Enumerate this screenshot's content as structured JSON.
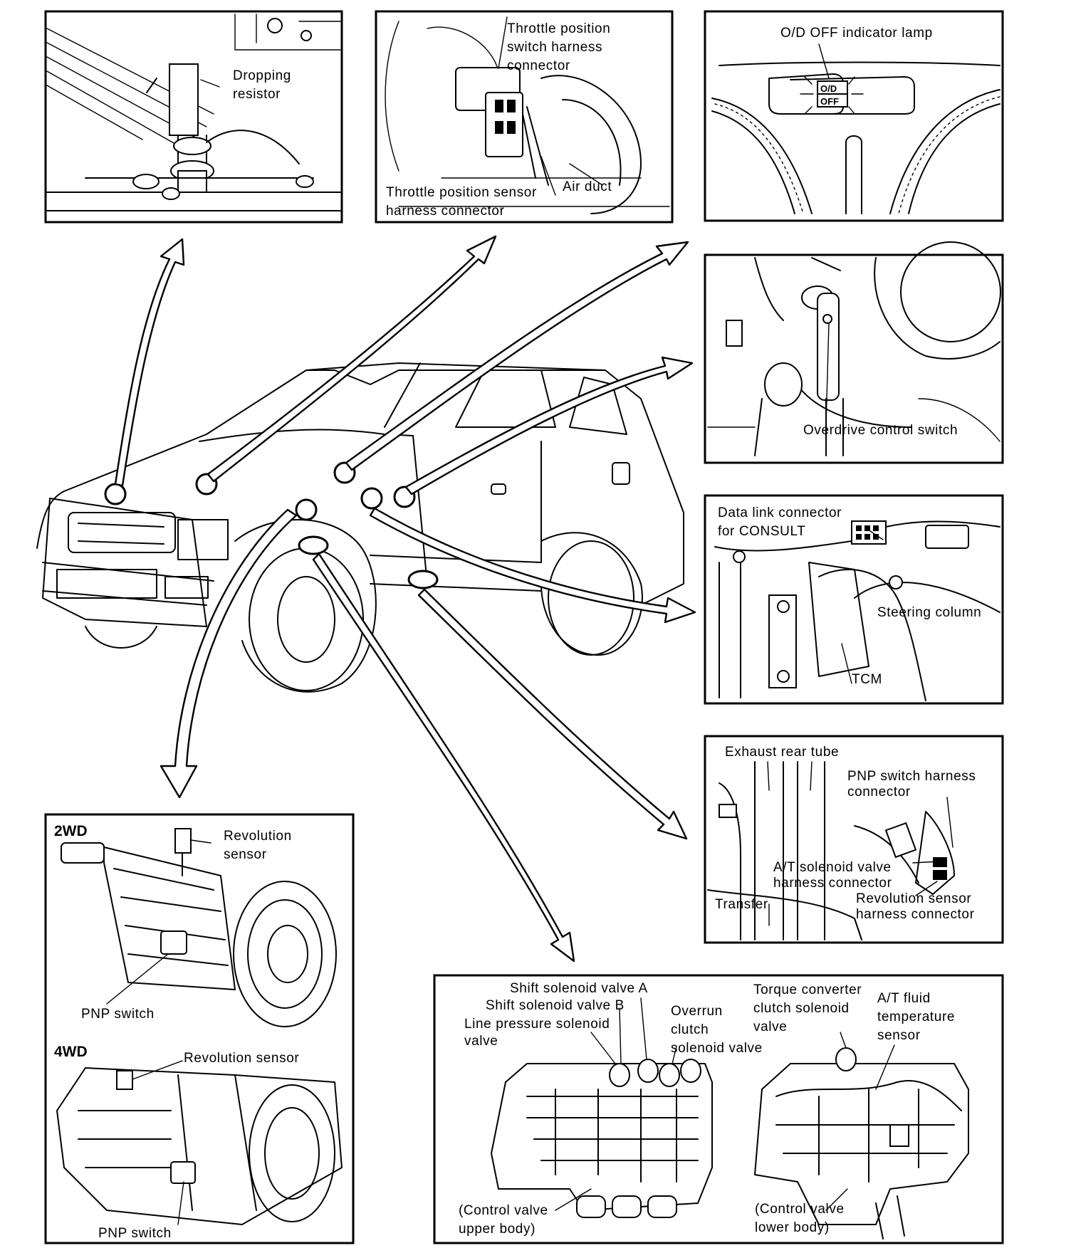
{
  "panels": {
    "dropping_resistor": {
      "label_line1": "Dropping",
      "label_line2": "resistor"
    },
    "throttle": {
      "tps_switch_line1": "Throttle position",
      "tps_switch_line2": "switch harness",
      "tps_switch_line3": "connector",
      "tps_sensor_line1": "Throttle position sensor",
      "tps_sensor_line2": "harness connector",
      "air_duct": "Air duct"
    },
    "od_lamp": {
      "title": "O/D OFF indicator lamp",
      "lamp_top": "O/D",
      "lamp_bottom": "OFF"
    },
    "od_switch": {
      "label": "Overdrive control switch"
    },
    "tcm": {
      "dlc_line1": "Data link connector",
      "dlc_line2": "for CONSULT",
      "steering": "Steering column",
      "tcm": "TCM"
    },
    "underbody": {
      "exhaust": "Exhaust rear tube",
      "pnp_line1": "PNP switch harness",
      "pnp_line2": "connector",
      "sol_line1": "A/T solenoid valve",
      "sol_line2": "harness connector",
      "transfer": "Transfer",
      "rev_line1": "Revolution sensor",
      "rev_line2": "harness connector"
    },
    "transmission": {
      "twowd": "2WD",
      "rev_2wd_line1": "Revolution",
      "rev_2wd_line2": "sensor",
      "pnp_2wd": "PNP switch",
      "fourwd": "4WD",
      "rev_4wd": "Revolution sensor",
      "pnp_4wd": "PNP switch"
    },
    "control_valve": {
      "shift_a": "Shift solenoid valve A",
      "shift_b": "Shift solenoid valve B",
      "line_line1": "Line pressure solenoid",
      "line_line2": "valve",
      "overrun_line1": "Overrun",
      "overrun_line2": "clutch",
      "overrun_line3": "solenoid valve",
      "torque_line1": "Torque converter",
      "torque_line2": "clutch solenoid",
      "torque_line3": "valve",
      "fluid_line1": "A/T fluid",
      "fluid_line2": "temperature",
      "fluid_line3": "sensor",
      "upper_line1": "(Control valve",
      "upper_line2": "upper body)",
      "lower_line1": "(Control valve",
      "lower_line2": "lower body)"
    }
  }
}
